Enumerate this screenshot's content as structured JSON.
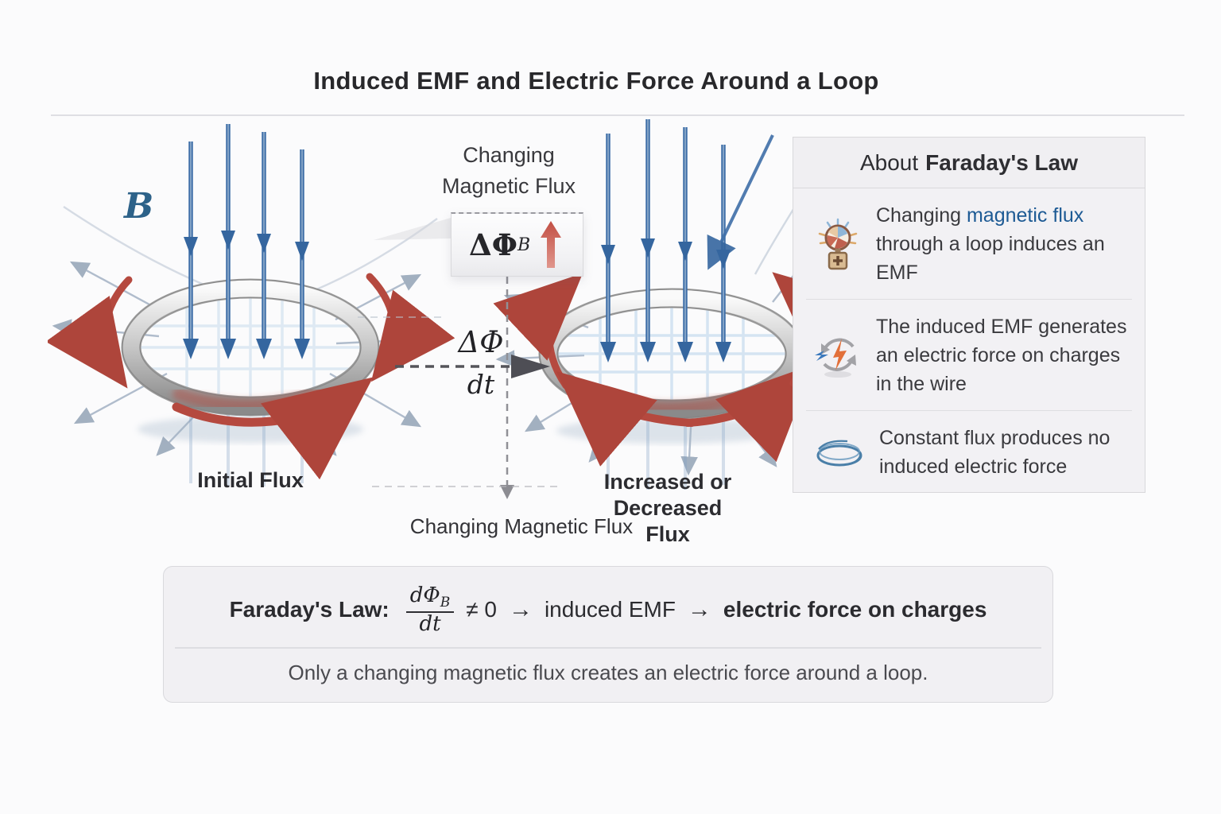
{
  "title": "Induced EMF and Electric Force Around a Loop",
  "left_diagram": {
    "b_label": "B",
    "caption": "Initial Flux"
  },
  "center": {
    "top_label_line1": "Changing",
    "top_label_line2": "Magnetic Flux",
    "flux_box": {
      "main": "ΔΦ",
      "sub": "B"
    },
    "rate": {
      "num": "ΔΦ",
      "den": "dt"
    },
    "bottom_label": "Changing Magnetic Flux"
  },
  "right_diagram": {
    "caption_line1": "Increased or Decreased",
    "caption_line2": "Flux"
  },
  "sidebar": {
    "title_prefix": "About",
    "title_bold": "Faraday's Law",
    "items": [
      {
        "icon": "flux-change-icon",
        "prefix": "Changing ",
        "highlight": "magnetic flux",
        "suffix": " through a loop induces an EMF"
      },
      {
        "icon": "emf-cycle-icon",
        "text": "The induced EMF generates an electric force on charges in the wire"
      },
      {
        "icon": "constant-flux-icon",
        "text": "Constant flux produces no induced electric force"
      }
    ]
  },
  "formula_box": {
    "label": "Faraday's Law:",
    "fraction": {
      "num_main": "dΦ",
      "num_sub": "B",
      "den": "dt"
    },
    "condition": "≠ 0",
    "arrow": "→",
    "step1": "induced EMF",
    "step2": "electric force on charges",
    "note": "Only a changing magnetic flux creates an electric force around a loop."
  },
  "colors": {
    "field_blue": "#3f6fa8",
    "emf_red": "#b5493f",
    "highlight_blue": "#1d5a94",
    "panel_bg": "#f2f1f4"
  }
}
